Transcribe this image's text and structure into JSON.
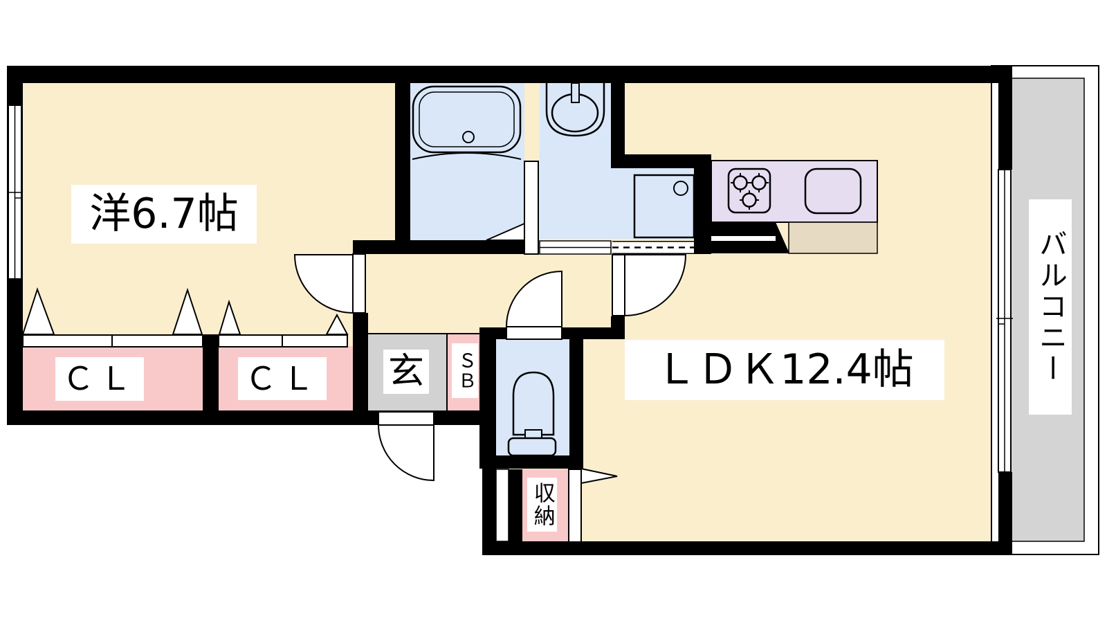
{
  "plan": {
    "type": "apartment-floor-plan",
    "rooms": {
      "western": {
        "label": "洋6.7帖",
        "area_jo": 6.7,
        "kind": "western-room"
      },
      "ldk": {
        "label": "ＬＤＫ12.4帖",
        "area_jo": 12.4,
        "kind": "living-dining-kitchen"
      },
      "closet_left": {
        "label": "ＣＬ",
        "kind": "closet"
      },
      "closet_right": {
        "label": "ＣＬ",
        "kind": "closet"
      },
      "entrance": {
        "label": "玄",
        "kind": "entrance"
      },
      "shoe_box": {
        "label": "ＳＢ",
        "kind": "shoe-box"
      },
      "storage": {
        "label": "収納",
        "kind": "storage"
      },
      "balcony": {
        "label": "バルコニー",
        "kind": "balcony"
      },
      "bathroom": {
        "kind": "unit-bath"
      },
      "washroom": {
        "kind": "washroom-toilet-laundry"
      }
    },
    "fixtures": [
      "bathtub",
      "washbasin",
      "washing-machine-pan",
      "toilet",
      "gas-stove-3-burner",
      "kitchen-sink",
      "kitchen-counter"
    ],
    "colors": {
      "room": "#FAEECD",
      "closet": "#F9C9C9",
      "water": "#D9E7F8",
      "kitchen": "#E6DDF1",
      "entrance": "#D2D2D2",
      "balcony": "#D4D4D4",
      "counter": "#E6DAC3",
      "wall": "#000000",
      "label_bg": "#FFFFFF"
    }
  }
}
